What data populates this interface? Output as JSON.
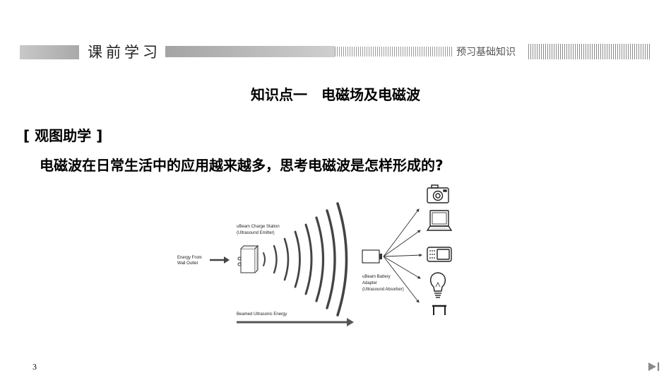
{
  "header": {
    "title": "课前学习",
    "subtitle": "预习基础知识"
  },
  "heading": "知识点一　电磁场及电磁波",
  "section_tag": "[ 观图助学 ]",
  "question": "电磁波在日常生活中的应用越来越多，思考电磁波是怎样形成的?",
  "diagram": {
    "energy_from": [
      "Energy From",
      "Wall Outlet"
    ],
    "station": [
      "uBeam Charge Station",
      "(Ultrasound Emitter)"
    ],
    "adapter": [
      "uBeam Battery",
      "Adapter",
      "(Ultrasound Absorber)"
    ],
    "beamed": "Beamed Ultrasonic Energy",
    "devices": [
      "camera-icon",
      "laptop-icon",
      "phone-icon",
      "lightbulb-icon",
      "plug-icon"
    ]
  },
  "footer": {
    "page_number": "3"
  }
}
